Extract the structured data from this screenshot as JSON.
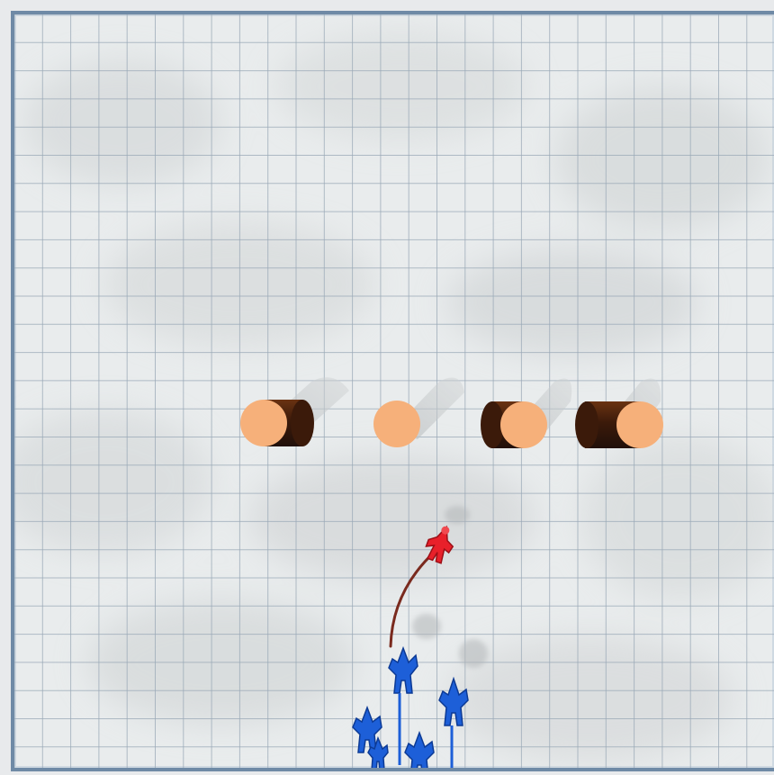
{
  "scene": {
    "background_color": "#e9eced",
    "grid_line_color": "#9aa9b7",
    "frame_border_color": "#6f8aa6",
    "obstacles": [
      {
        "name": "log-obstacle-1",
        "cap_color": "#f6b07a",
        "body_color": "#3b1a0a"
      },
      {
        "name": "log-obstacle-2",
        "cap_color": "#f6b07a",
        "body_color": "#3b1a0a"
      },
      {
        "name": "log-obstacle-3",
        "cap_color": "#f6b07a",
        "body_color": "#3b1a0a"
      },
      {
        "name": "log-obstacle-4",
        "cap_color": "#f6b07a",
        "body_color": "#3b1a0a"
      }
    ],
    "player": {
      "name": "red-soldier",
      "color": "#e8202a",
      "trail_color": "#7a2a1e"
    },
    "squad": {
      "color": "#1d5fd8",
      "count": 5
    }
  }
}
